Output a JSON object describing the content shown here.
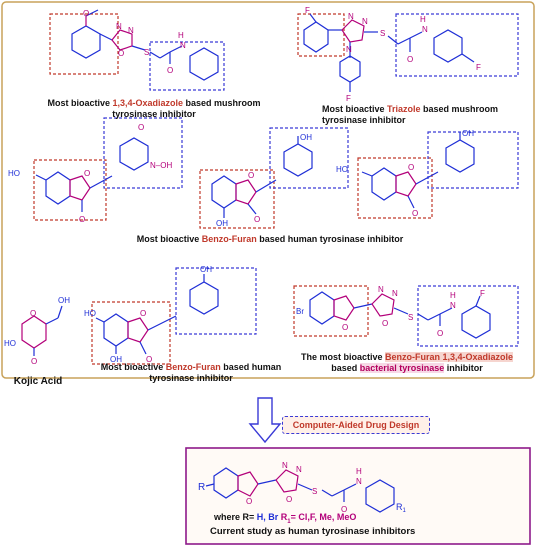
{
  "captions": {
    "oxadiazole": {
      "pre": "Most bioactive ",
      "hl": "1,3,4-Oxadiazole",
      "post": " based mushroom",
      "line2": "tyrosinase inhibitor"
    },
    "triazole": {
      "pre": "Most bioactive ",
      "hl": "Triazole",
      "post": " based mushroom",
      "line2": "tyrosinase inhibitor"
    },
    "benzofuran_human": {
      "pre": "Most bioactive ",
      "hl": "Benzo-Furan",
      "post": " based human tyrosinase inhibitor"
    },
    "kojic": "Kojic Acid",
    "benzofuran_human2": {
      "pre": "Most bioactive ",
      "hl": "Benzo-Furan",
      "post": " based human",
      "line2": "tyrosinase inhibitor"
    },
    "bf_oxadiazole": {
      "pre": "The most bioactive ",
      "hl": "Benzo-Furan 1,3,4-Oxadiazole",
      "line2_pre": "based ",
      "line2_hl": "bacterial tyrosinase",
      "line2_post": " inhibitor"
    }
  },
  "cadd_label": "Computer-Aided Drug Design",
  "final": {
    "where_label": "where R= ",
    "r_values": "H, Br",
    "r1_label": " R",
    "r1_sub": "1",
    "r1_values": "= Cl,F, Me, MeO",
    "study": "Current study as human tyrosinase inhibitors"
  },
  "atoms": {
    "O": "O",
    "N": "N",
    "S": "S",
    "F": "F",
    "H": "H",
    "OH": "OH",
    "HO": "HO",
    "Br": "Br",
    "NOH": "N–OH",
    "R": "R",
    "R1": "R",
    "one": "1"
  },
  "colors": {
    "frame": "#c8a25a",
    "red_dash": "#c0392b",
    "blue_dash": "#3a3ad6",
    "structure": "#1f2fd6",
    "hetero": "#b3007a",
    "arrow": "#3a3ad6",
    "final_frame": "#8e1a8a"
  }
}
